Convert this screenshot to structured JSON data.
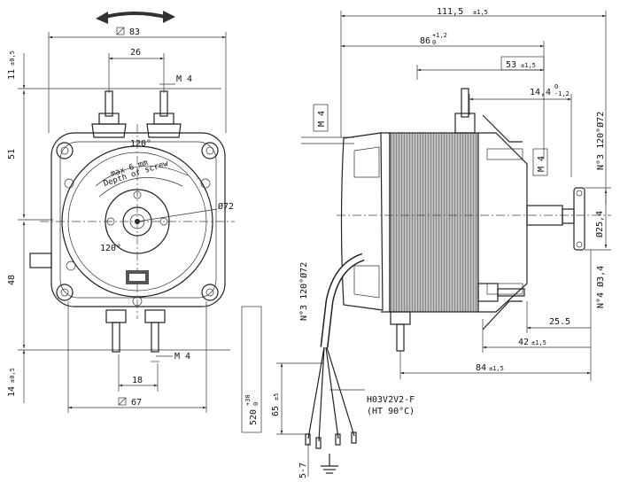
{
  "front_view": {
    "square_label": "83",
    "mount_spacing": "26",
    "screw_top": "M 4",
    "side_dim_top": "11",
    "side_dim_top_tol": "±0,5",
    "side_dim_upper": "51",
    "side_dim_lower": "48",
    "side_dim_bottom": "14",
    "side_dim_bottom_tol": "±0,5",
    "angle_top": "120°",
    "angle_bottom": "120°",
    "label_line1": "Depth of screw",
    "label_line2": "max 6 mm",
    "diameter_label": "Ø72",
    "screw_bottom": "M 4",
    "bottom_spacing": "18",
    "bottom_square_label": "67"
  },
  "side_view": {
    "overall_length": "111,5",
    "overall_tol": "±1,5",
    "length_86": "86",
    "length_86_tol_upper": "+1,2",
    "length_86_tol_lower": "0",
    "length_53": "53",
    "length_53_tol": "±1,5",
    "length_14": "14,4",
    "length_14_tol_upper": "0",
    "length_14_tol_lower": "-1,2",
    "screw_left": "M 4",
    "screw_right": "M 4",
    "holes_top": "N°3 120°Ø72",
    "shaft_diameter": "Ø25,4",
    "holes_bottom": "N°4 Ø3,4",
    "holes_left": "N°3 120°Ø72",
    "dim_25_5": "25.5",
    "dim_42": "42",
    "dim_42_tol": "±1,5",
    "dim_84": "84",
    "dim_84_tol": "±1,5",
    "cable_type_line1": "H03V2V2-F",
    "cable_type_line2": "(HT 90°C)",
    "cable_length": "520",
    "cable_length_tol_upper": "+30",
    "cable_length_tol_lower": "0",
    "strip_length": "65",
    "strip_length_tol": "±5",
    "wire_end": "5-7"
  }
}
